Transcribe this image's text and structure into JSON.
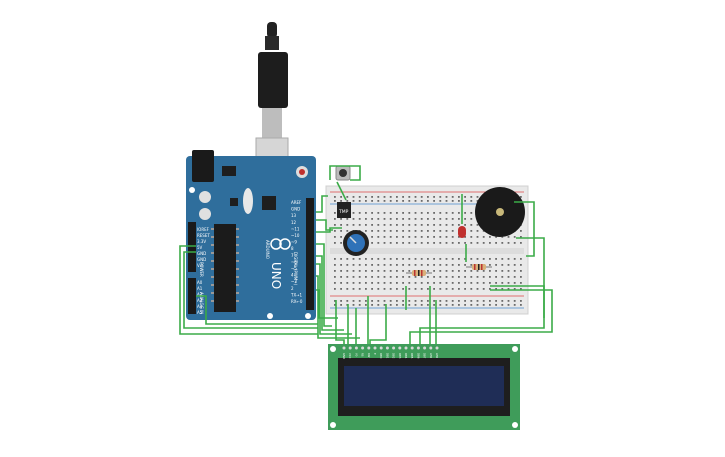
{
  "circuit": {
    "arduino": {
      "logo": "ARDUINO",
      "model": "UNO",
      "pwm_label": "DIGITAL (PWM~)",
      "top_pins": [
        "AREF",
        "GND",
        "13",
        "12",
        "~11",
        "~10",
        "~9",
        "8",
        "7",
        "~6",
        "~5",
        "4",
        "~3",
        "2",
        "TX→1",
        "RX←0"
      ],
      "power_pins": [
        "IOREF",
        "RESET",
        "3.3V",
        "5V",
        "GND",
        "GND",
        "Vin"
      ],
      "analog_pins": [
        "A0",
        "A1",
        "A2",
        "A3",
        "A4",
        "A5"
      ],
      "power_label": "POWER",
      "analog_label": "ANALOG IN"
    },
    "sensor_label": "TMP",
    "lcd_pins": [
      "GND",
      "VCC",
      "V0",
      "RS",
      "RW",
      "E",
      "DB0",
      "DB1",
      "DB2",
      "DB3",
      "DB4",
      "DB5",
      "DB6",
      "DB7",
      "LED",
      "LED"
    ]
  },
  "colors": {
    "board": "#2f6e9c",
    "wire": "#3bab48",
    "breadboard": "#e9e9e9",
    "lcd_pcb": "#3f9c5a",
    "lcd_screen": "#1f2d56",
    "led": "#c0302e",
    "pot_knob": "#2f72b8"
  }
}
